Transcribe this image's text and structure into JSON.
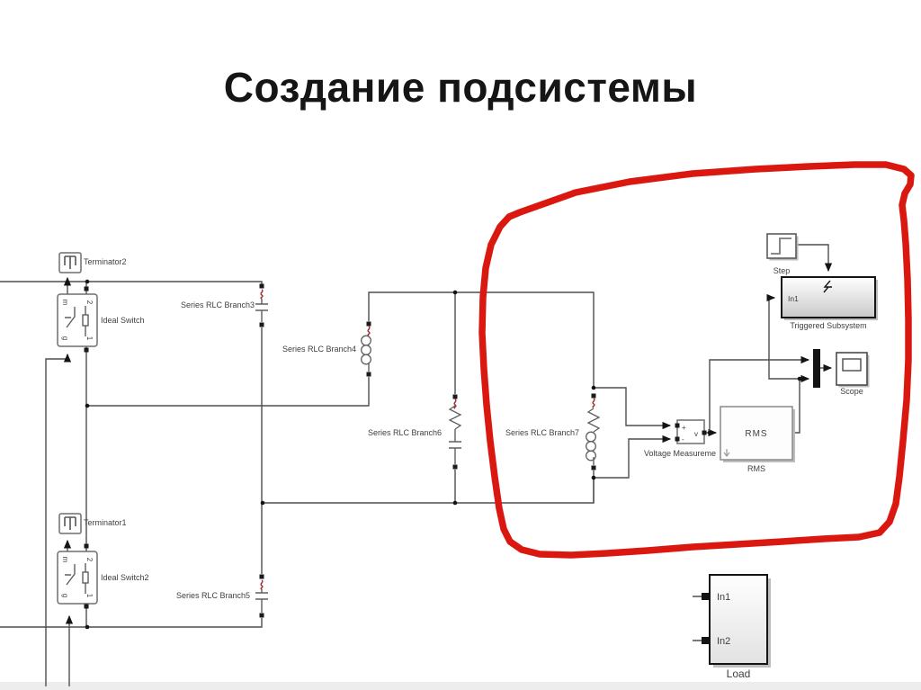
{
  "title": "Создание подсистемы",
  "annotation": {
    "type": "hand-drawn-loop",
    "color": "#da1810"
  },
  "blocks": {
    "terminator2": {
      "label": "Terminator2"
    },
    "terminator1": {
      "label": "Terminator1"
    },
    "ideal_switch": {
      "label": "Ideal Switch"
    },
    "ideal_switch2": {
      "label": "Ideal Switch2"
    },
    "branch3": {
      "label": "Series RLC Branch3"
    },
    "branch4": {
      "label": "Series RLC Branch4"
    },
    "branch5": {
      "label": "Series RLC Branch5"
    },
    "branch6": {
      "label": "Series RLC Branch6"
    },
    "branch7": {
      "label": "Series RLC Branch7"
    },
    "voltage_measurement": {
      "label": "Voltage Measureme",
      "plus": "+",
      "minus": "-",
      "out": "v"
    },
    "rms": {
      "icon": "RMS",
      "label": "RMS"
    },
    "scope": {
      "label": "Scope"
    },
    "step": {
      "label": "Step"
    },
    "triggered_subsystem": {
      "label": "Triggered Subsystem",
      "in1": "In1"
    },
    "load": {
      "label": "Load",
      "in1": "In1",
      "in2": "In2"
    }
  },
  "switch_ports": {
    "m": "m",
    "two": "2",
    "g": "g",
    "one": "1"
  }
}
